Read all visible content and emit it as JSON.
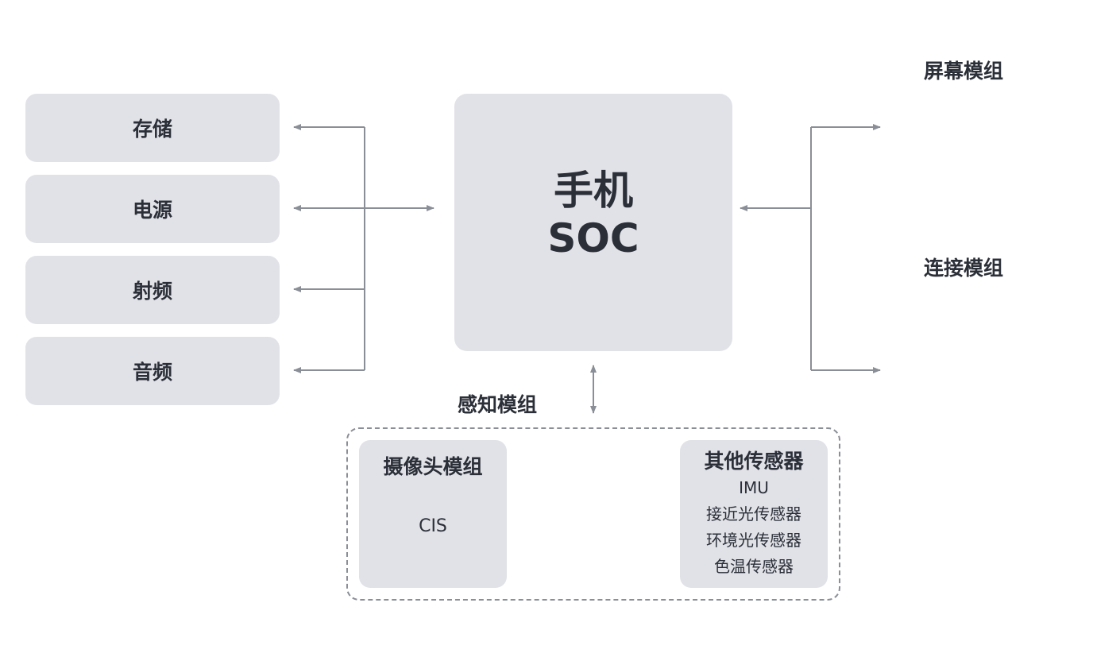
{
  "left_modules": [
    {
      "label": "存储"
    },
    {
      "label": "电源"
    },
    {
      "label": "射频"
    },
    {
      "label": "音频"
    }
  ],
  "soc": {
    "line1": "手机",
    "line2": "SOC"
  },
  "right_modules": [
    {
      "label": "屏幕模组"
    },
    {
      "label": "连接模组"
    }
  ],
  "sensing": {
    "label": "感知模组",
    "camera": {
      "title": "摄像头模组",
      "items": [
        "CIS"
      ]
    },
    "other_sensors": {
      "title": "其他传感器",
      "items": [
        "IMU",
        "接近光传感器",
        "环境光传感器",
        "色温传感器"
      ]
    }
  },
  "colors": {
    "box_fill": "#e1e2e7",
    "arrow": "#8a8e96",
    "text": "#2b2f38"
  }
}
